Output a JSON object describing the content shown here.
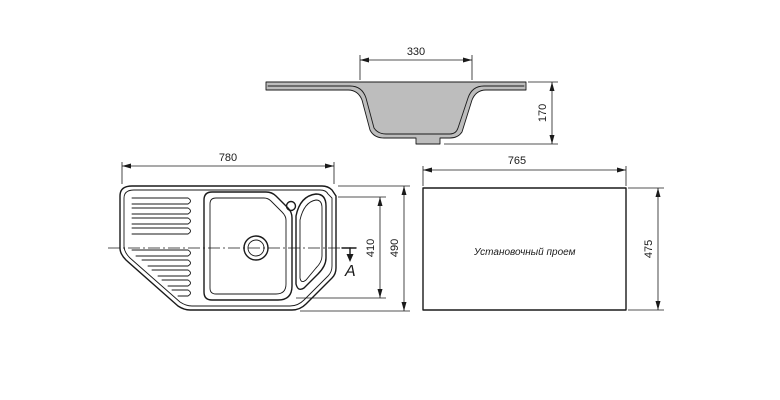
{
  "dimensions": {
    "section_width": "330",
    "section_depth": "170",
    "sink_width": "780",
    "sink_depth_inner": "410",
    "sink_depth_outer": "490",
    "cutout_width": "765",
    "cutout_depth": "475"
  },
  "labels": {
    "cutout": "Установочный проем",
    "section_marker": "A"
  }
}
